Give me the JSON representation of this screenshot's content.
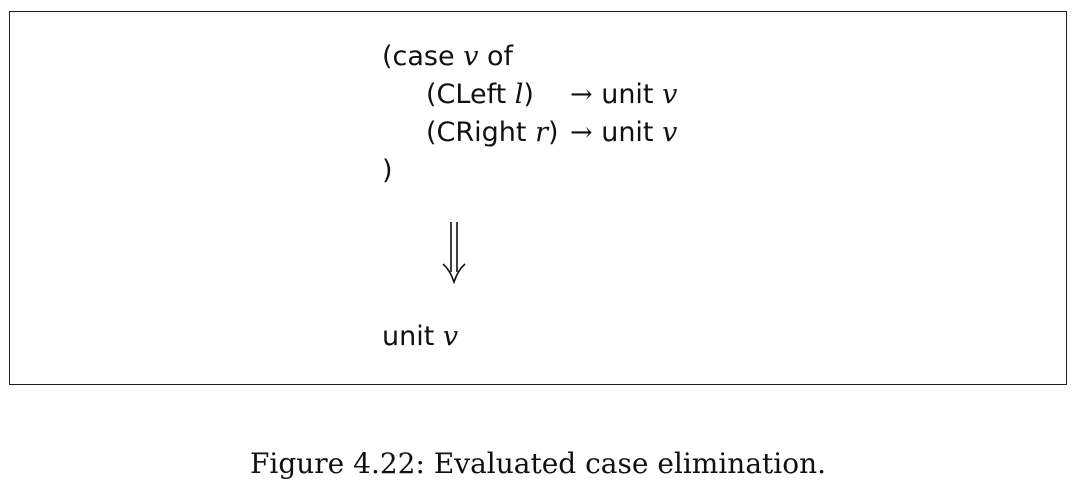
{
  "code": {
    "line1": {
      "open": "(case ",
      "var": "v",
      "kw": " of"
    },
    "line2": {
      "ctor": "(CLeft ",
      "var": "l",
      "close": ")",
      "arrow": "→",
      "rhs": " unit ",
      "rhs_var": "v"
    },
    "line3": {
      "ctor": "(CRight ",
      "var": "r",
      "close": ")",
      "arrow": "→",
      "rhs": " unit ",
      "rhs_var": "v"
    },
    "line4": {
      "close": ")"
    }
  },
  "result": {
    "text": "unit ",
    "var": "v"
  },
  "caption": "Figure 4.22: Evaluated case elimination."
}
